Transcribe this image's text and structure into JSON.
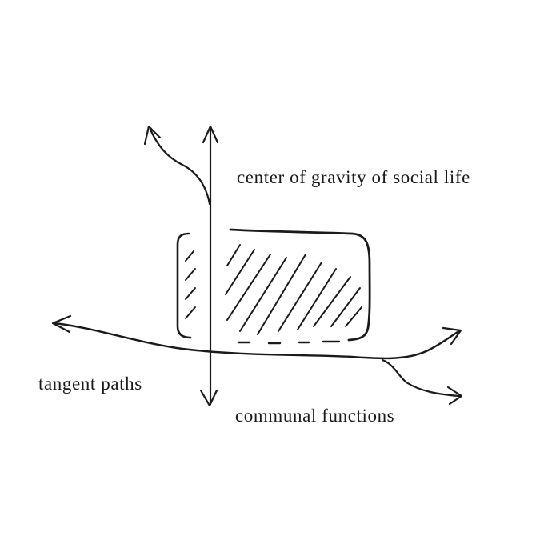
{
  "labels": {
    "center": "center of gravity of social life",
    "tangent": "tangent paths",
    "communal": "communal functions"
  },
  "colors": {
    "ink": "#1a1a1a",
    "background": "#ffffff"
  }
}
